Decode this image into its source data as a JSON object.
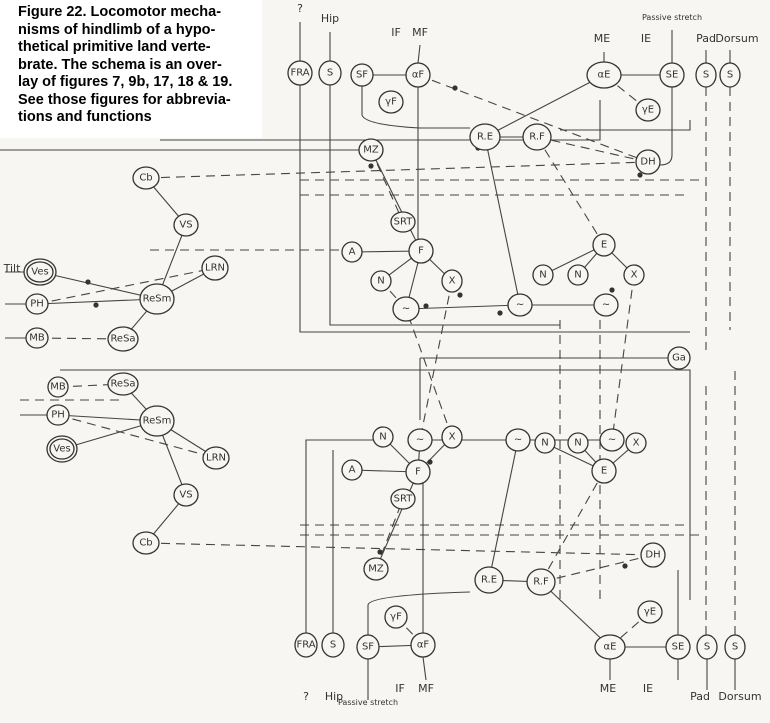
{
  "caption": "Figure 22.  Locomotor mechanisms of hindlimb of a hypothetical primitive land vertebrate.  The schema is an overlay of figures 7, 9b, 17, 18 & 19. See those figures for abbreviations and functions",
  "caption_lines": [
    "Figure 22.  Locomotor mecha-",
    "nisms of hindlimb of a hypo-",
    "thetical primitive land verte-",
    "brate.  The schema is an over-",
    "lay of figures 7, 9b, 17, 18 & 19.",
    "See those figures for abbrevia-",
    "tions and functions"
  ],
  "nodes": [
    {
      "id": "t-fra",
      "label": "FRA"
    },
    {
      "id": "t-s-hip",
      "label": "S"
    },
    {
      "id": "t-sf",
      "label": "SF"
    },
    {
      "id": "t-af",
      "label": "αF"
    },
    {
      "id": "t-gf",
      "label": "γF"
    },
    {
      "id": "t-ae",
      "label": "αE"
    },
    {
      "id": "t-se",
      "label": "SE"
    },
    {
      "id": "t-s-pad",
      "label": "S"
    },
    {
      "id": "t-s-dorsum",
      "label": "S"
    },
    {
      "id": "t-ge",
      "label": "γE"
    },
    {
      "id": "t-re",
      "label": "R.E"
    },
    {
      "id": "t-rf",
      "label": "R.F"
    },
    {
      "id": "t-mz",
      "label": "MZ"
    },
    {
      "id": "t-dh",
      "label": "DH"
    },
    {
      "id": "t-cb",
      "label": "Cb"
    },
    {
      "id": "t-vs",
      "label": "VS"
    },
    {
      "id": "t-srt",
      "label": "SRT"
    },
    {
      "id": "t-a",
      "label": "A"
    },
    {
      "id": "t-f",
      "label": "F"
    },
    {
      "id": "t-e",
      "label": "E"
    },
    {
      "id": "t-lrn",
      "label": "LRN"
    },
    {
      "id": "t-n1",
      "label": "N"
    },
    {
      "id": "t-x1",
      "label": "X"
    },
    {
      "id": "t-n2",
      "label": "N"
    },
    {
      "id": "t-n3",
      "label": "N"
    },
    {
      "id": "t-x2",
      "label": "X"
    },
    {
      "id": "t-ves",
      "label": "Ves"
    },
    {
      "id": "t-ph",
      "label": "PH"
    },
    {
      "id": "t-resm",
      "label": "ReSm"
    },
    {
      "id": "t-osc1",
      "label": "~"
    },
    {
      "id": "t-osc2",
      "label": "~"
    },
    {
      "id": "t-osc3",
      "label": "~"
    },
    {
      "id": "t-mb",
      "label": "MB"
    },
    {
      "id": "t-resa",
      "label": "ReSa"
    },
    {
      "id": "ga",
      "label": "Ga"
    },
    {
      "id": "b-mb",
      "label": "MB"
    },
    {
      "id": "b-resa",
      "label": "ReSa"
    },
    {
      "id": "b-ph",
      "label": "PH"
    },
    {
      "id": "b-resm",
      "label": "ReSm"
    },
    {
      "id": "b-ves",
      "label": "Ves"
    },
    {
      "id": "b-osc1",
      "label": "~"
    },
    {
      "id": "b-osc2",
      "label": "~"
    },
    {
      "id": "b-osc3",
      "label": "~"
    },
    {
      "id": "b-n1",
      "label": "N"
    },
    {
      "id": "b-x1",
      "label": "X"
    },
    {
      "id": "b-n2",
      "label": "N"
    },
    {
      "id": "b-n3",
      "label": "N"
    },
    {
      "id": "b-x2",
      "label": "X"
    },
    {
      "id": "b-lrn",
      "label": "LRN"
    },
    {
      "id": "b-a",
      "label": "A"
    },
    {
      "id": "b-f",
      "label": "F"
    },
    {
      "id": "b-e",
      "label": "E"
    },
    {
      "id": "b-srt",
      "label": "SRT"
    },
    {
      "id": "b-vs",
      "label": "VS"
    },
    {
      "id": "b-cb",
      "label": "Cb"
    },
    {
      "id": "b-dh",
      "label": "DH"
    },
    {
      "id": "b-mz",
      "label": "MZ"
    },
    {
      "id": "b-re",
      "label": "R.E"
    },
    {
      "id": "b-rf",
      "label": "R.F"
    },
    {
      "id": "b-gf",
      "label": "γF"
    },
    {
      "id": "b-ge",
      "label": "γE"
    },
    {
      "id": "b-fra",
      "label": "FRA"
    },
    {
      "id": "b-s-hip",
      "label": "S"
    },
    {
      "id": "b-sf",
      "label": "SF"
    },
    {
      "id": "b-af",
      "label": "αF"
    },
    {
      "id": "b-ae",
      "label": "αE"
    },
    {
      "id": "b-se",
      "label": "SE"
    },
    {
      "id": "b-s-pad",
      "label": "S"
    },
    {
      "id": "b-s-dorsum",
      "label": "S"
    }
  ],
  "inputs": [
    {
      "id": "t-q",
      "label": "?"
    },
    {
      "id": "t-hip",
      "label": "Hip"
    },
    {
      "id": "t-if",
      "label": "IF"
    },
    {
      "id": "t-mf",
      "label": "MF"
    },
    {
      "id": "t-me",
      "label": "ME"
    },
    {
      "id": "t-ie",
      "label": "IE"
    },
    {
      "id": "t-passive",
      "label": "Passive stretch"
    },
    {
      "id": "t-pad",
      "label": "Pad"
    },
    {
      "id": "t-dorsum",
      "label": "Dorsum"
    },
    {
      "id": "tilt",
      "label": "Tilt"
    },
    {
      "id": "b-q",
      "label": "?"
    },
    {
      "id": "b-hip",
      "label": "Hip"
    },
    {
      "id": "b-passive",
      "label": "Passive stretch"
    },
    {
      "id": "b-if",
      "label": "IF"
    },
    {
      "id": "b-mf",
      "label": "MF"
    },
    {
      "id": "b-me",
      "label": "ME"
    },
    {
      "id": "b-ie",
      "label": "IE"
    },
    {
      "id": "b-pad",
      "label": "Pad"
    },
    {
      "id": "b-dorsum",
      "label": "Dorsum"
    }
  ]
}
